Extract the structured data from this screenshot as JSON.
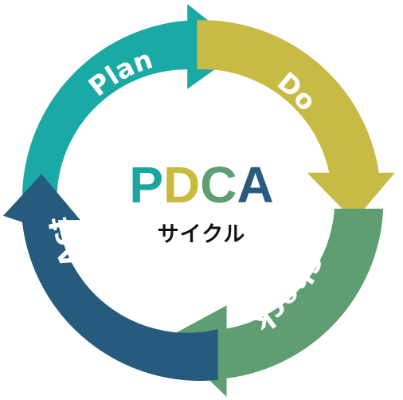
{
  "diagram": {
    "title_letters": [
      {
        "char": "P",
        "color": "#1aa59f"
      },
      {
        "char": "D",
        "color": "#c8bb3e"
      },
      {
        "char": "C",
        "color": "#5e9e72"
      },
      {
        "char": "A",
        "color": "#2a5b7d"
      }
    ],
    "subtitle": "サイクル",
    "stages": [
      {
        "label": "Plan",
        "color": "#1aa9a4"
      },
      {
        "label": "Do",
        "color": "#c8bb45"
      },
      {
        "label": "Check",
        "color": "#5e9e72"
      },
      {
        "label": "Act",
        "color": "#275b7e"
      }
    ]
  }
}
